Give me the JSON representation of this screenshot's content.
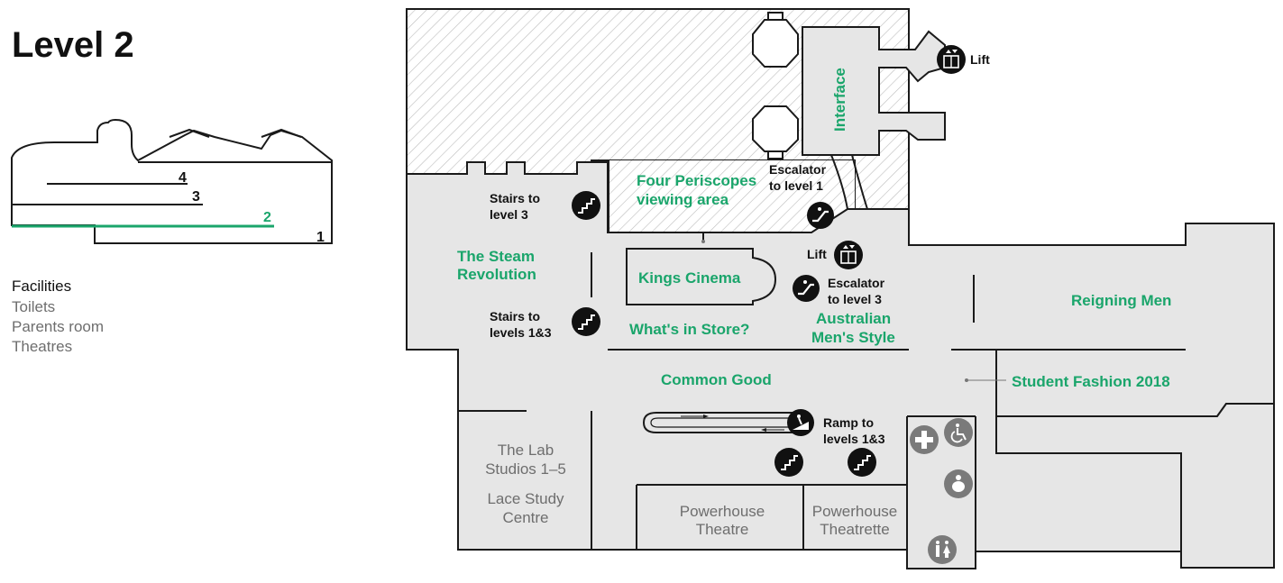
{
  "title": "Level 2",
  "colors": {
    "accent": "#1aa56b",
    "floor": "#e6e6e6",
    "ink": "#111111",
    "muted": "#6e6e6e"
  },
  "section_diagram": {
    "level_labels": [
      "4",
      "3",
      "2",
      "1"
    ],
    "current_level": "2"
  },
  "facilities": {
    "heading": "Facilities",
    "items": [
      "Toilets",
      "Parents room",
      "Theatres"
    ]
  },
  "areas": {
    "interface": "Interface",
    "four_periscopes_1": "Four Periscopes",
    "four_periscopes_2": "viewing area",
    "steam_1": "The Steam",
    "steam_2": "Revolution",
    "kings_cinema": "Kings Cinema",
    "whats_in_store": "What's in Store?",
    "australian_1": "Australian",
    "australian_2": "Men's Style",
    "reigning_men": "Reigning Men",
    "common_good": "Common Good",
    "student_fashion": "Student Fashion 2018"
  },
  "rooms": {
    "lab_1": "The Lab",
    "lab_2": "Studios 1–5",
    "lace_1": "Lace Study",
    "lace_2": "Centre",
    "theatre_1": "Powerhouse",
    "theatre_2": "Theatre",
    "theatrette_1": "Powerhouse",
    "theatrette_2": "Theatrette"
  },
  "amenities": {
    "lift_top": "Lift",
    "lift_mid": "Lift",
    "escalator1_1": "Escalator",
    "escalator1_2": "to level 1",
    "escalator3_1": "Escalator",
    "escalator3_2": "to level 3",
    "stairs3_1": "Stairs to",
    "stairs3_2": "level 3",
    "stairs13_1": "Stairs to",
    "stairs13_2": "levels 1&3",
    "ramp_1": "Ramp to",
    "ramp_2": "levels 1&3"
  },
  "icons": [
    "lift-icon",
    "escalator-icon",
    "stairs-icon",
    "ramp-icon",
    "first-aid-icon",
    "accessible-icon",
    "parents-room-icon",
    "toilets-icon"
  ]
}
